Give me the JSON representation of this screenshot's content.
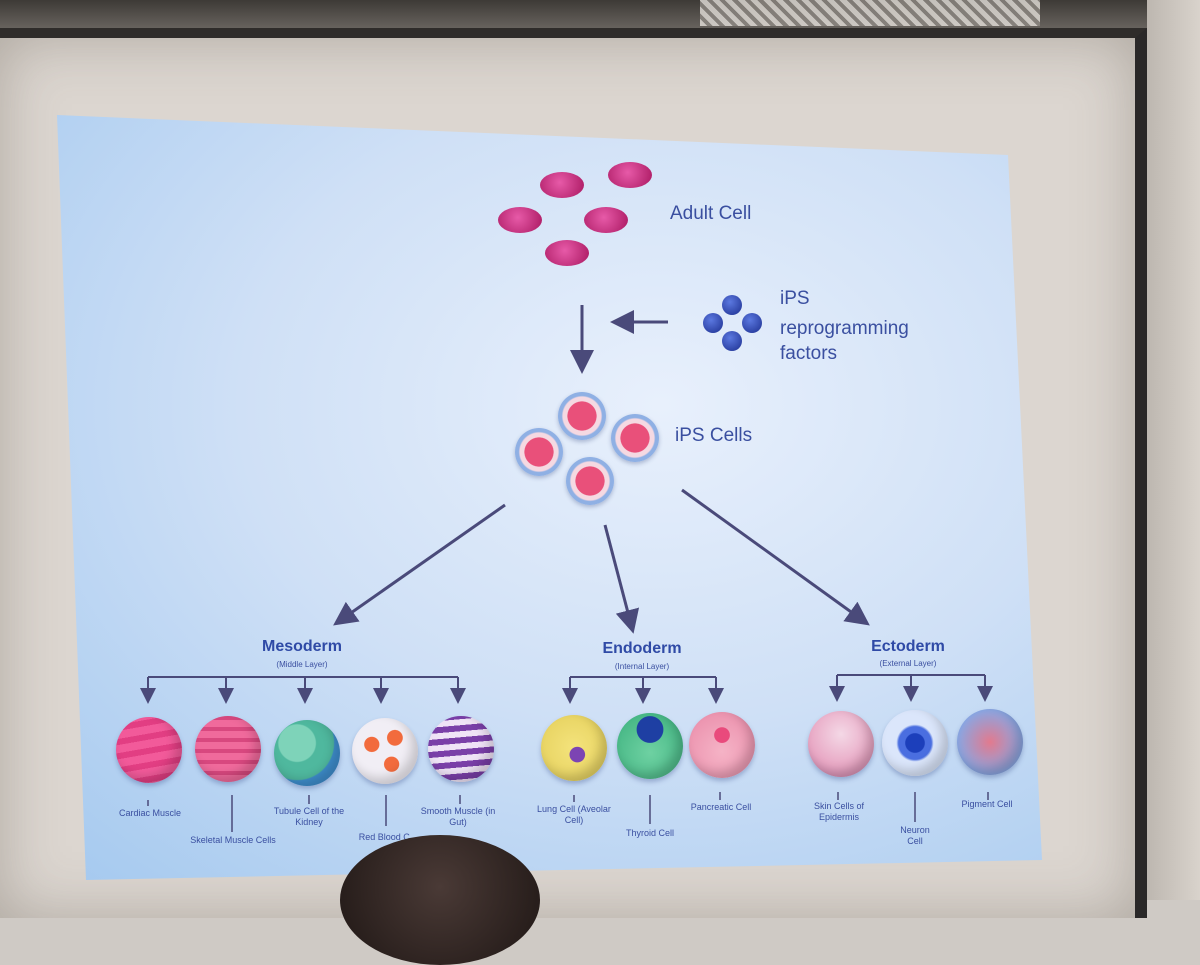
{
  "diagram": {
    "adult_cell_label": "Adult Cell",
    "factors_label_1": "iPS",
    "factors_label_2": "reprogramming",
    "factors_label_3": "factors",
    "ips_cells_label": "iPS Cells",
    "layers": {
      "mesoderm": {
        "title": "Mesoderm",
        "subtitle": "(Middle Layer)",
        "cells": [
          {
            "name": "Cardiac Muscle"
          },
          {
            "name": "Skeletal Muscle Cells"
          },
          {
            "name": "Tubule Cell of the Kidney"
          },
          {
            "name": "Red Blood C..."
          },
          {
            "name": "Smooth Muscle (in Gut)"
          }
        ]
      },
      "endoderm": {
        "title": "Endoderm",
        "subtitle": "(Internal Layer)",
        "cells": [
          {
            "name": "Lung Cell (Aveolar Cell)"
          },
          {
            "name": "Thyroid Cell"
          },
          {
            "name": "Pancreatic Cell"
          }
        ]
      },
      "ectoderm": {
        "title": "Ectoderm",
        "subtitle": "(External Layer)",
        "cells": [
          {
            "name": "Skin Cells of Epidermis"
          },
          {
            "name": "Neuron Cell"
          },
          {
            "name": "Pigment Cell"
          }
        ]
      }
    }
  },
  "colors": {
    "label_text": "#3a4fa0",
    "arrow": "#4a4a7a",
    "adult_cell": "#c42a7f",
    "factor": "#2a42b5",
    "ips_nucleus": "#e9507a"
  }
}
